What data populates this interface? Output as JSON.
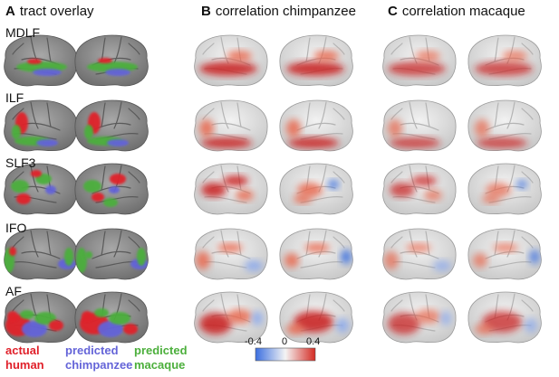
{
  "panels": [
    {
      "letter": "A",
      "title": "tract overlay"
    },
    {
      "letter": "B",
      "title": "correlation chimpanzee"
    },
    {
      "letter": "C",
      "title": "correlation macaque"
    }
  ],
  "rows": [
    {
      "label": "MDLF"
    },
    {
      "label": "ILF"
    },
    {
      "label": "SLF3"
    },
    {
      "label": "IFO"
    },
    {
      "label": "AF"
    }
  ],
  "legend": [
    {
      "line1": "actual",
      "line2": "human",
      "color": "#e0202a"
    },
    {
      "line1": "predicted",
      "line2": "chimpanzee",
      "color": "#6464d8"
    },
    {
      "line1": "predicted",
      "line2": "macaque",
      "color": "#4caf3c"
    }
  ],
  "colorbar": {
    "ticks": [
      "-0.4",
      "0",
      "0.4"
    ],
    "low_color": "#3b6fe0",
    "mid_color": "#f4f4f4",
    "high_color": "#d42a22"
  },
  "colors": {
    "brain_gray": "#8e8e8e",
    "brain_light": "#e6e6e6"
  }
}
